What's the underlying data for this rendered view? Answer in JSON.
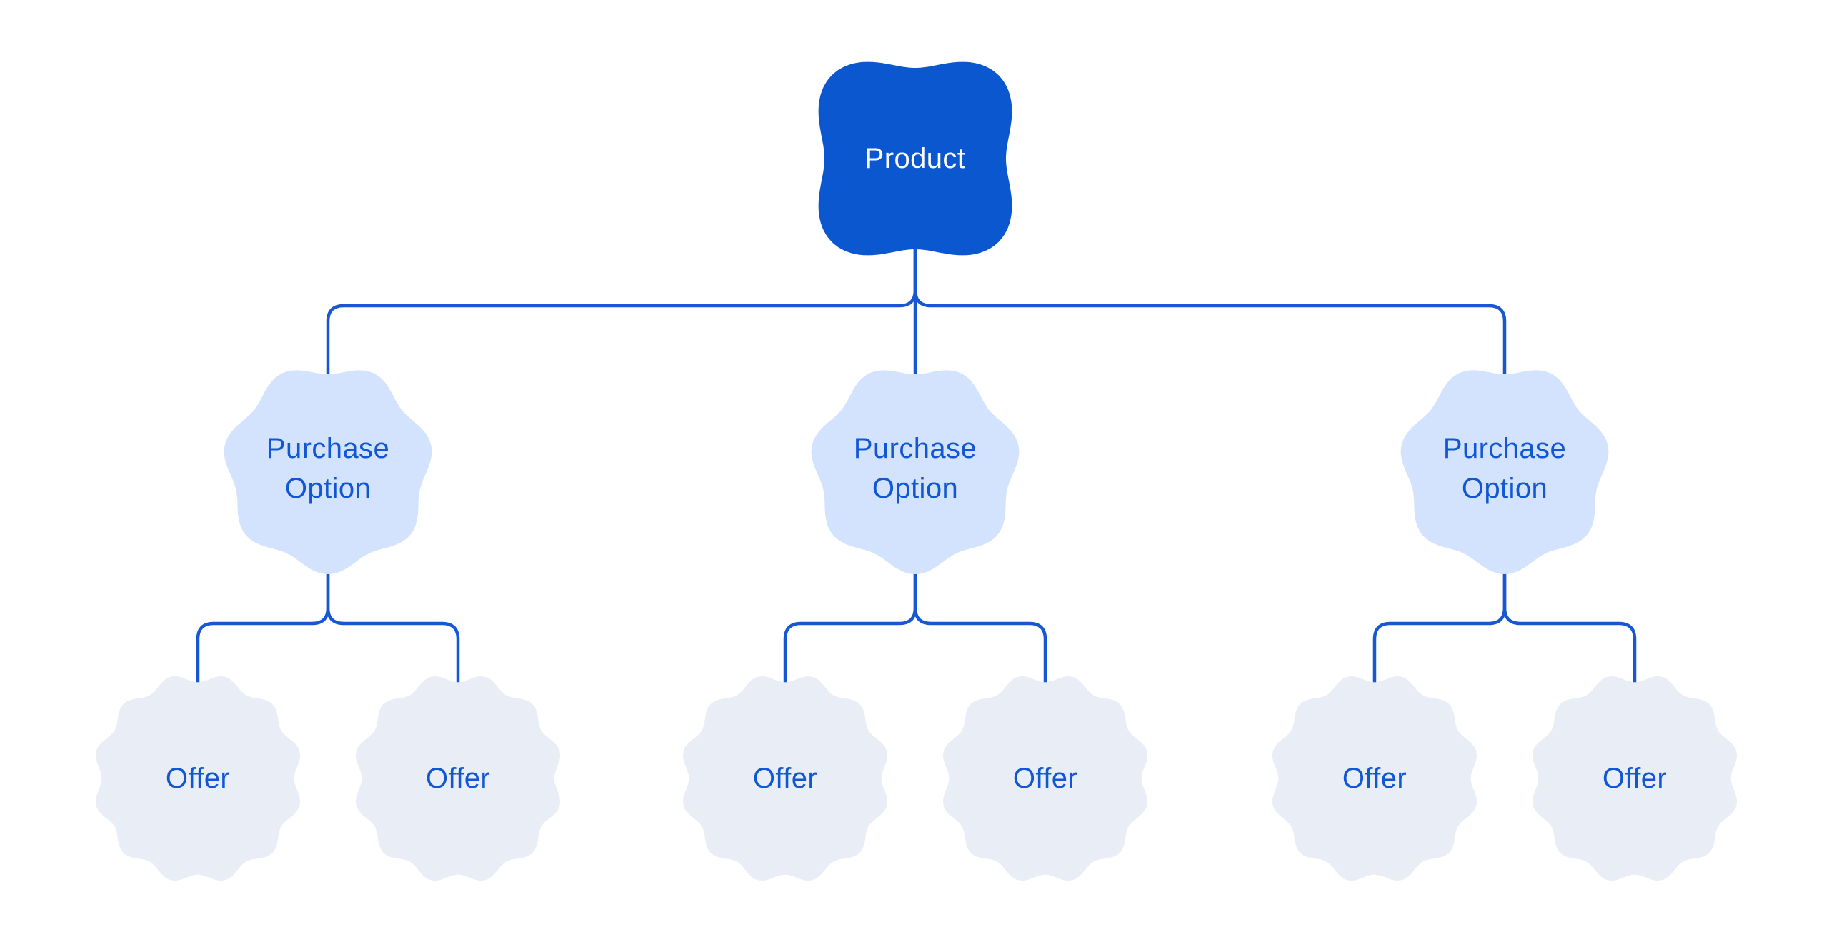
{
  "diagram": {
    "type": "tree",
    "background": "#FFFFFF",
    "nodes": {
      "product": {
        "label": "Product",
        "shape": "clover-4-lobe-blob"
      },
      "purchase_options": [
        {
          "label": "Purchase Option",
          "shape": "cookie-7-lobe-blob"
        },
        {
          "label": "Purchase Option",
          "shape": "cookie-7-lobe-blob"
        },
        {
          "label": "Purchase Option",
          "shape": "cookie-7-lobe-blob"
        }
      ],
      "offers": [
        {
          "label": "Offer",
          "shape": "cookie-12-lobe-blob"
        },
        {
          "label": "Offer",
          "shape": "cookie-12-lobe-blob"
        },
        {
          "label": "Offer",
          "shape": "cookie-12-lobe-blob"
        },
        {
          "label": "Offer",
          "shape": "cookie-12-lobe-blob"
        },
        {
          "label": "Offer",
          "shape": "cookie-12-lobe-blob"
        },
        {
          "label": "Offer",
          "shape": "cookie-12-lobe-blob"
        }
      ]
    },
    "edges": [
      {
        "from": "product",
        "to": "purchase_options.0"
      },
      {
        "from": "product",
        "to": "purchase_options.1"
      },
      {
        "from": "product",
        "to": "purchase_options.2"
      },
      {
        "from": "purchase_options.0",
        "to": "offers.0"
      },
      {
        "from": "purchase_options.0",
        "to": "offers.1"
      },
      {
        "from": "purchase_options.1",
        "to": "offers.2"
      },
      {
        "from": "purchase_options.1",
        "to": "offers.3"
      },
      {
        "from": "purchase_options.2",
        "to": "offers.4"
      },
      {
        "from": "purchase_options.2",
        "to": "offers.5"
      }
    ],
    "colors": {
      "product_fill": "#0B57D0",
      "product_text": "#FFFFFF",
      "purchase_option_fill": "#D3E3FD",
      "offer_fill": "#E9EDF6",
      "label_text": "#1156D2",
      "connector_line": "#1757D2"
    }
  }
}
